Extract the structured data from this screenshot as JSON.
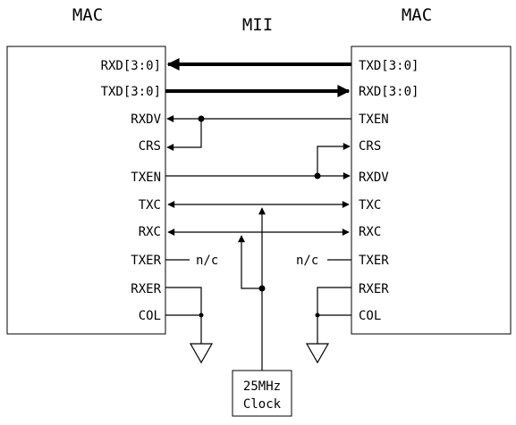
{
  "headers": {
    "left_block": "MAC",
    "center": "MII",
    "right_block": "MAC"
  },
  "left_pins": [
    "RXD[3:0]",
    "TXD[3:0]",
    "RXDV",
    "CRS",
    "TXEN",
    "TXC",
    "RXC",
    "TXER",
    "RXER",
    "COL"
  ],
  "right_pins": [
    "TXD[3:0]",
    "RXD[3:0]",
    "TXEN",
    "CRS",
    "RXDV",
    "TXC",
    "RXC",
    "TXER",
    "RXER",
    "COL"
  ],
  "nc_left": "n/c",
  "nc_right": "n/c",
  "clock": {
    "line1": "25MHz",
    "line2": "Clock"
  }
}
